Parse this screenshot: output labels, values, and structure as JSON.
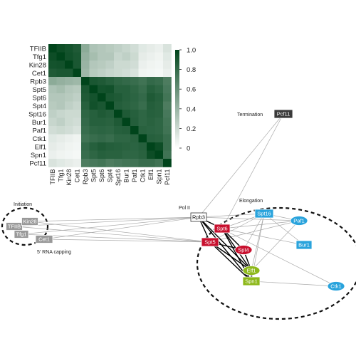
{
  "chart_data": [
    {
      "type": "heatmap",
      "title": "",
      "labels": [
        "TFIIB",
        "Tfg1",
        "Kin28",
        "Cet1",
        "Rpb3",
        "Spt5",
        "Spt6",
        "Spt4",
        "Spt16",
        "Bur1",
        "Paf1",
        "Ctk1",
        "Elf1",
        "Spn1",
        "Pcf11"
      ],
      "values": [
        [
          1.0,
          0.95,
          0.92,
          0.88,
          0.45,
          0.32,
          0.3,
          0.28,
          0.25,
          0.22,
          0.18,
          0.12,
          0.1,
          0.08,
          0.15
        ],
        [
          0.95,
          1.0,
          0.93,
          0.9,
          0.42,
          0.35,
          0.3,
          0.3,
          0.22,
          0.25,
          0.2,
          0.1,
          0.08,
          0.06,
          0.12
        ],
        [
          0.92,
          0.93,
          1.0,
          0.9,
          0.4,
          0.3,
          0.28,
          0.25,
          0.2,
          0.2,
          0.18,
          0.08,
          0.06,
          0.05,
          0.1
        ],
        [
          0.88,
          0.9,
          0.9,
          1.0,
          0.38,
          0.28,
          0.25,
          0.22,
          0.2,
          0.18,
          0.15,
          0.06,
          0.05,
          0.04,
          0.08
        ],
        [
          0.45,
          0.42,
          0.4,
          0.38,
          1.0,
          0.9,
          0.88,
          0.85,
          0.82,
          0.8,
          0.78,
          0.75,
          0.8,
          0.78,
          0.7
        ],
        [
          0.32,
          0.35,
          0.3,
          0.28,
          0.9,
          1.0,
          0.92,
          0.93,
          0.85,
          0.85,
          0.82,
          0.78,
          0.85,
          0.82,
          0.72
        ],
        [
          0.3,
          0.3,
          0.28,
          0.25,
          0.88,
          0.92,
          1.0,
          0.9,
          0.88,
          0.85,
          0.83,
          0.8,
          0.88,
          0.85,
          0.74
        ],
        [
          0.28,
          0.3,
          0.25,
          0.22,
          0.85,
          0.93,
          0.9,
          1.0,
          0.86,
          0.84,
          0.82,
          0.78,
          0.86,
          0.84,
          0.7
        ],
        [
          0.25,
          0.22,
          0.2,
          0.2,
          0.82,
          0.85,
          0.88,
          0.86,
          1.0,
          0.88,
          0.85,
          0.82,
          0.85,
          0.84,
          0.72
        ],
        [
          0.22,
          0.25,
          0.2,
          0.18,
          0.8,
          0.85,
          0.85,
          0.84,
          0.88,
          1.0,
          0.86,
          0.82,
          0.84,
          0.82,
          0.74
        ],
        [
          0.18,
          0.2,
          0.18,
          0.15,
          0.78,
          0.82,
          0.83,
          0.82,
          0.85,
          0.86,
          1.0,
          0.84,
          0.83,
          0.82,
          0.75
        ],
        [
          0.12,
          0.1,
          0.08,
          0.06,
          0.75,
          0.78,
          0.8,
          0.78,
          0.82,
          0.82,
          0.84,
          1.0,
          0.85,
          0.84,
          0.78
        ],
        [
          0.1,
          0.08,
          0.06,
          0.05,
          0.8,
          0.85,
          0.88,
          0.86,
          0.85,
          0.84,
          0.83,
          0.85,
          1.0,
          0.95,
          0.78
        ],
        [
          0.08,
          0.06,
          0.05,
          0.04,
          0.78,
          0.82,
          0.85,
          0.84,
          0.84,
          0.82,
          0.82,
          0.84,
          0.95,
          1.0,
          0.75
        ],
        [
          0.15,
          0.12,
          0.1,
          0.08,
          0.7,
          0.72,
          0.74,
          0.7,
          0.72,
          0.74,
          0.75,
          0.78,
          0.78,
          0.75,
          1.0
        ]
      ],
      "colorbar": {
        "min": 0,
        "max": 1.0,
        "ticks": [
          "0",
          "0.2",
          "0.4",
          "0.6",
          "0.8",
          "1.0"
        ]
      },
      "colors": {
        "low": "#ffffff",
        "high": "#00441b"
      }
    },
    {
      "type": "network",
      "groups": [
        {
          "label": "Initiation"
        },
        {
          "label": "Elongation"
        },
        {
          "label": "Termination"
        },
        {
          "label": "Pol II"
        },
        {
          "label": "5' RNA capping"
        }
      ],
      "nodes": [
        {
          "id": "TFIIB",
          "label": "TFIIB",
          "shape": "rect",
          "color": "#999999"
        },
        {
          "id": "Kin28",
          "label": "Kin28",
          "shape": "rect",
          "color": "#999999"
        },
        {
          "id": "Tfg1",
          "label": "Tfg1",
          "shape": "rect",
          "color": "#999999"
        },
        {
          "id": "Cet1",
          "label": "Cet1",
          "shape": "rect",
          "color": "#999999"
        },
        {
          "id": "Rpb3",
          "label": "Rpb3",
          "shape": "rect",
          "color": "#ffffff"
        },
        {
          "id": "Spt6",
          "label": "Spt6",
          "shape": "rect",
          "color": "#c8102e"
        },
        {
          "id": "Spt5",
          "label": "Spt5",
          "shape": "rect",
          "color": "#c8102e"
        },
        {
          "id": "Spt4",
          "label": "Spt4",
          "shape": "ellipse",
          "color": "#c8102e"
        },
        {
          "id": "Spt16",
          "label": "Spt16",
          "shape": "rect",
          "color": "#29a3dc"
        },
        {
          "id": "Paf1",
          "label": "Paf1",
          "shape": "ellipse",
          "color": "#29a3dc"
        },
        {
          "id": "Bur1",
          "label": "Bur1",
          "shape": "rect",
          "color": "#29a3dc"
        },
        {
          "id": "Ctk1",
          "label": "Ctk1",
          "shape": "ellipse",
          "color": "#29a3dc"
        },
        {
          "id": "Elf1",
          "label": "Elf1",
          "shape": "ellipse",
          "color": "#8db81a"
        },
        {
          "id": "Spn1",
          "label": "Spn1",
          "shape": "rect",
          "color": "#8db81a"
        },
        {
          "id": "Pcf11",
          "label": "Pcf11",
          "shape": "rect",
          "color": "#3a3a3a"
        }
      ],
      "edges": [
        [
          "TFIIB",
          "Rpb3"
        ],
        [
          "Kin28",
          "Rpb3"
        ],
        [
          "Tfg1",
          "Rpb3"
        ],
        [
          "Cet1",
          "Rpb3"
        ],
        [
          "TFIIB",
          "Spt5"
        ],
        [
          "Kin28",
          "Spt5"
        ],
        [
          "Tfg1",
          "Spt5"
        ],
        [
          "Cet1",
          "Spt5"
        ],
        [
          "Rpb3",
          "Pcf11"
        ],
        [
          "Spt6",
          "Pcf11"
        ],
        [
          "Rpb3",
          "Spt16"
        ],
        [
          "Rpb3",
          "Paf1"
        ],
        [
          "Rpb3",
          "Ctk1"
        ],
        [
          "Spt6",
          "Spt16"
        ],
        [
          "Spt6",
          "Paf1"
        ],
        [
          "Spt6",
          "Bur1"
        ],
        [
          "Spt5",
          "Spt16"
        ],
        [
          "Spt5",
          "Paf1"
        ],
        [
          "Spt4",
          "Spt16"
        ],
        [
          "Spt16",
          "Paf1"
        ],
        [
          "Spt16",
          "Bur1"
        ],
        [
          "Elf1",
          "Spt16"
        ],
        [
          "Elf1",
          "Paf1"
        ],
        [
          "Spn1",
          "Spt16"
        ],
        [
          "Spn1",
          "Ctk1"
        ],
        [
          "Rpb3",
          "Elf1",
          true
        ],
        [
          "Rpb3",
          "Spn1",
          true
        ],
        [
          "Spt6",
          "Elf1",
          true
        ],
        [
          "Spt6",
          "Spn1",
          true
        ],
        [
          "Spt5",
          "Elf1",
          true
        ],
        [
          "Spt5",
          "Spn1",
          true
        ],
        [
          "Spt4",
          "Elf1",
          true
        ],
        [
          "Spt6",
          "Spt4",
          true
        ],
        [
          "Spt5",
          "Spt4",
          true
        ],
        [
          "Rpb3",
          "Spt6",
          true
        ],
        [
          "Rpb3",
          "Spt5",
          true
        ],
        [
          "Elf1",
          "Spn1",
          true
        ]
      ]
    }
  ]
}
